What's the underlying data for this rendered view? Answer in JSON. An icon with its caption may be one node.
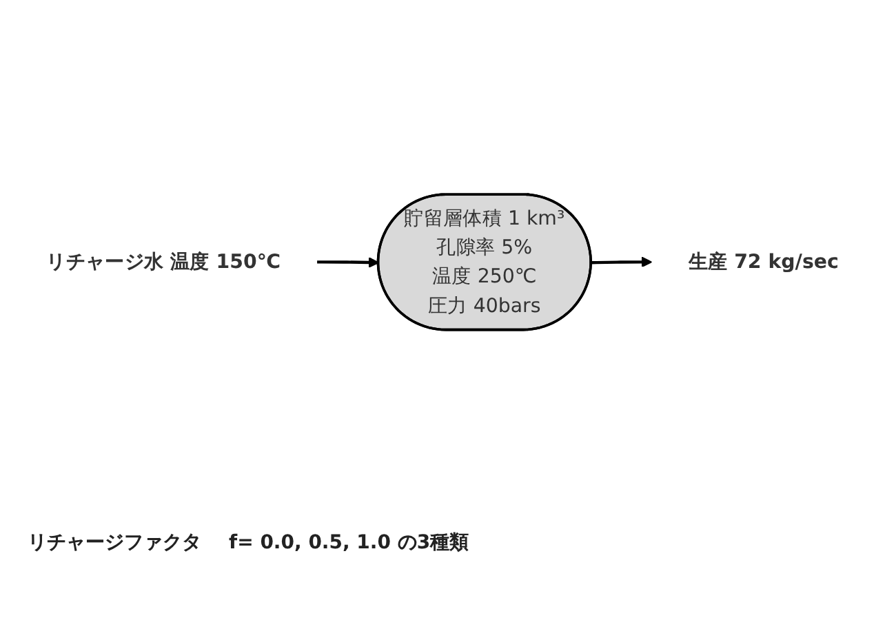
{
  "diagram": {
    "nodes": [
      {
        "text": [
          "リチャージ水 温度 150℃"
        ]
      },
      {
        "text": [
          "貯留層体積 1 km³",
          "孔隙率 5%",
          "温度 250℃",
          "圧力 40bars"
        ]
      },
      {
        "text": [
          "生産 72 kg/sec"
        ]
      }
    ],
    "edges": [
      {
        "from": 0,
        "to": 1,
        "arrow": "to"
      },
      {
        "from": 1,
        "to": 2,
        "arrow": "to"
      }
    ],
    "labels": [
      "リチャージファクタ",
      "f= 0.0, 0.5, 1.0 の3種類"
    ]
  }
}
